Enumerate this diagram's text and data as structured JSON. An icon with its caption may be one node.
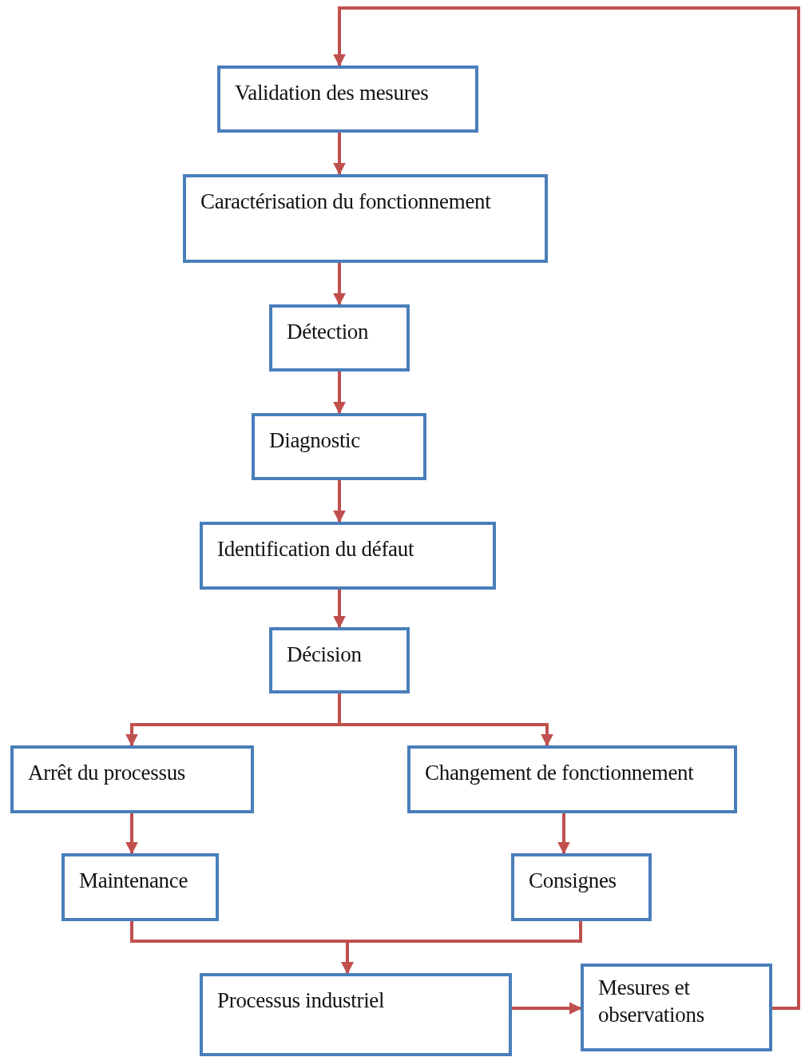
{
  "diagram": {
    "nodes": [
      {
        "text": [
          "Validation des mesures"
        ]
      },
      {
        "text": [
          "Caractérisation du fonctionnement"
        ]
      },
      {
        "text": [
          "Détection"
        ]
      },
      {
        "text": [
          "Diagnostic"
        ]
      },
      {
        "text": [
          "Identification du défaut"
        ]
      },
      {
        "text": [
          "Décision"
        ]
      },
      {
        "text": [
          "Arrêt du processus"
        ]
      },
      {
        "text": [
          "Changement de fonctionnement"
        ]
      },
      {
        "text": [
          "Maintenance"
        ]
      },
      {
        "text": [
          "Consignes"
        ]
      },
      {
        "text": [
          "Processus industriel"
        ]
      },
      {
        "text": [
          "Mesures et observations"
        ]
      }
    ],
    "edges": [
      {
        "from": 0,
        "to": 1,
        "arrow": "to"
      },
      {
        "from": 1,
        "to": 2,
        "arrow": "to"
      },
      {
        "from": 2,
        "to": 3,
        "arrow": "to"
      },
      {
        "from": 3,
        "to": 4,
        "arrow": "to"
      },
      {
        "from": 4,
        "to": 5,
        "arrow": "to"
      },
      {
        "from": 5,
        "to": 6,
        "arrow": "to"
      },
      {
        "from": 5,
        "to": 7,
        "arrow": "to"
      },
      {
        "from": 6,
        "to": 8,
        "arrow": "to"
      },
      {
        "from": 7,
        "to": 9,
        "arrow": "to"
      },
      {
        "from": 8,
        "to": 10,
        "arrow": "to"
      },
      {
        "from": 9,
        "to": 10,
        "arrow": "to"
      },
      {
        "from": 10,
        "to": 11,
        "arrow": "to"
      },
      {
        "from": 11,
        "to": 0,
        "arrow": "to"
      }
    ]
  }
}
